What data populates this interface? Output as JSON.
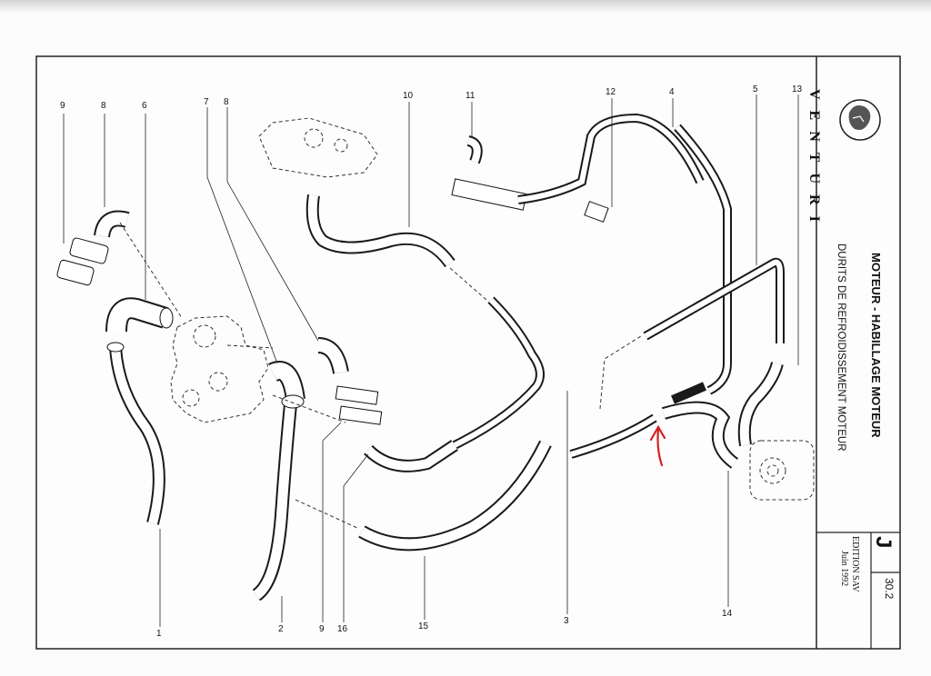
{
  "header": {
    "brand": "VENTURI",
    "title": "MOTEUR - HABILLAGE MOTEUR",
    "subtitle": "DURITS DE REFROIDISSEMENT MOTEUR",
    "section_letter": "J",
    "page_number": "30.2",
    "edition": "EDITION SAV",
    "date": "Juin 1992"
  },
  "callouts": [
    "1",
    "2",
    "3",
    "4",
    "5",
    "6",
    "7",
    "8",
    "8",
    "9",
    "9",
    "10",
    "11",
    "12",
    "13",
    "14",
    "15",
    "16"
  ],
  "annotation_color": "#d42020",
  "icons": [
    "venturi-lion-logo-icon",
    "red-arrow-annotation-icon"
  ]
}
